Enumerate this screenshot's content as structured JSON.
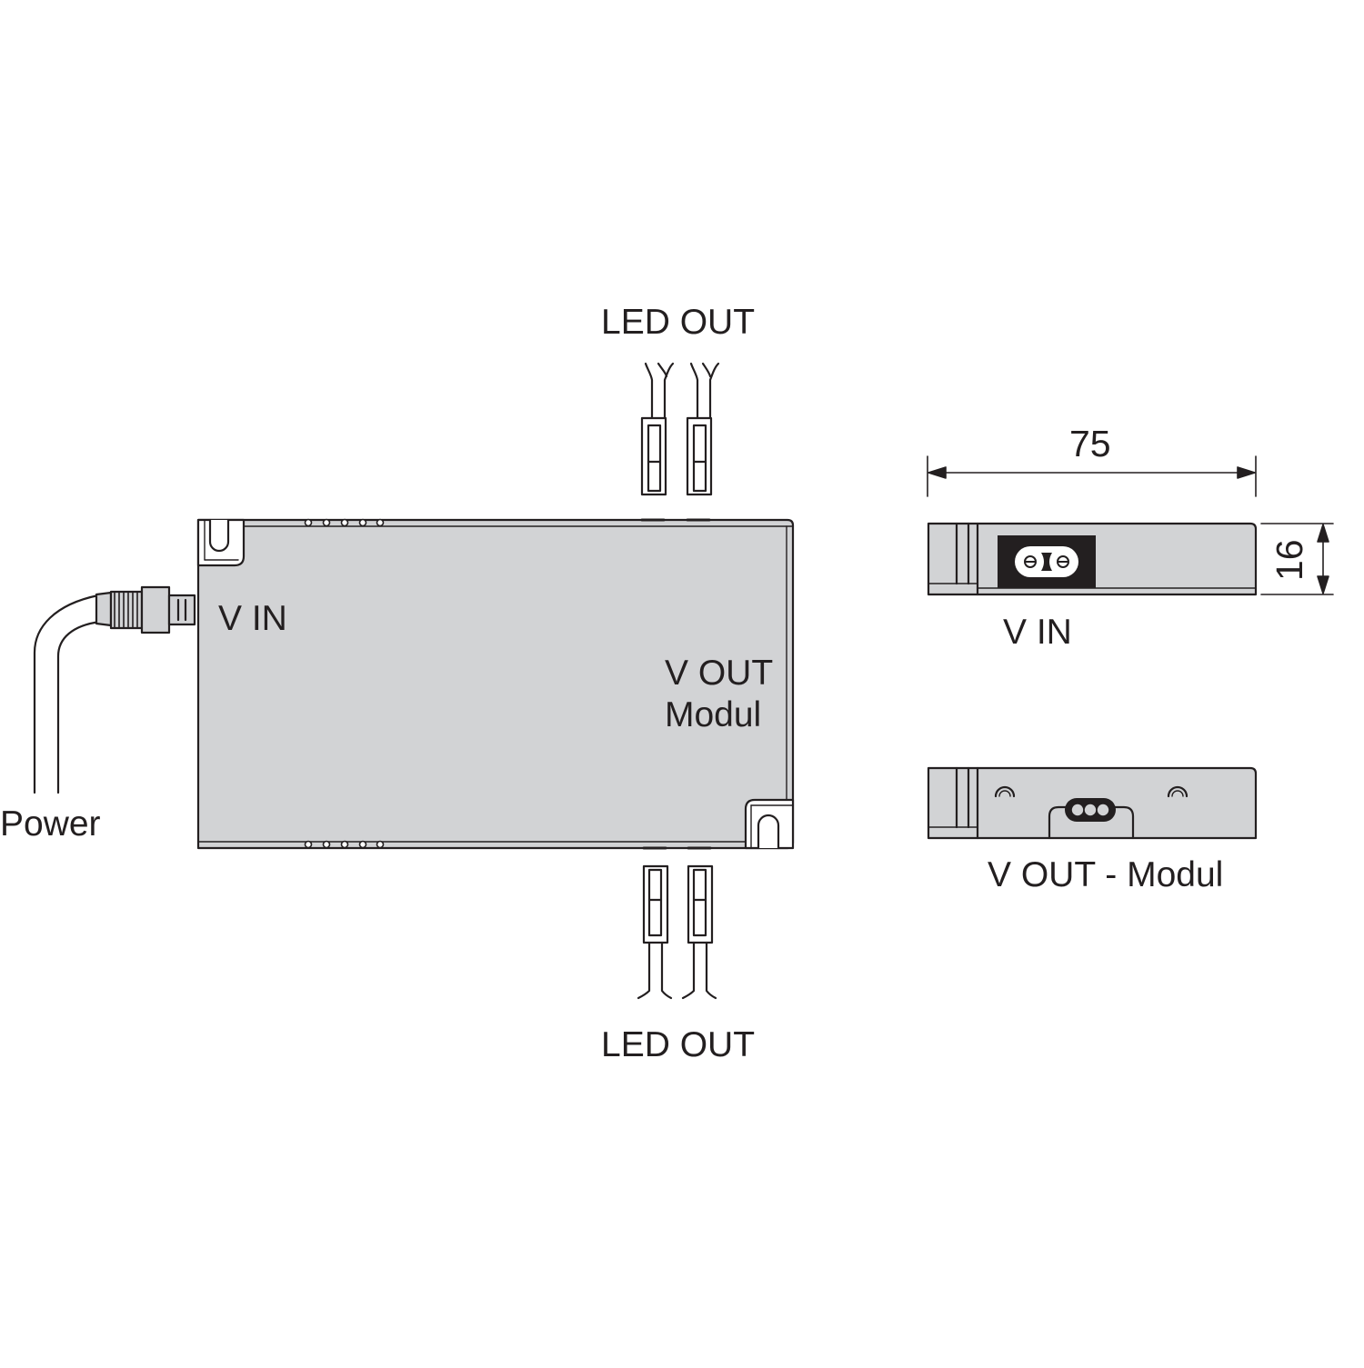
{
  "labels": {
    "led_out_top": "LED OUT",
    "led_out_bottom": "LED OUT",
    "v_in_main": "V IN",
    "v_out_line1": "V OUT",
    "v_out_line2": "Modul",
    "power": "Power",
    "v_in_side": "V IN",
    "v_out_side": "V OUT - Modul"
  },
  "dimensions": {
    "width": "75",
    "height": "16"
  },
  "colors": {
    "housing_fill": "#d2d3d5",
    "line": "#231f20",
    "background": "#ffffff",
    "socket": "#231f20"
  }
}
